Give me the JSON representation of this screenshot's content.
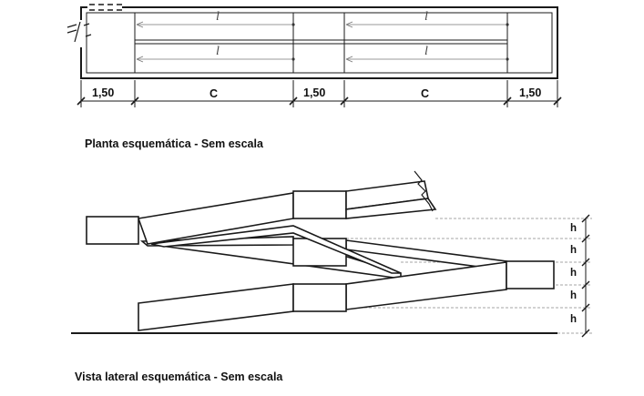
{
  "plan": {
    "caption": "Planta esquemática - Sem escala",
    "length_label": "l",
    "dimensions": [
      "1,50",
      "C",
      "1,50",
      "C",
      "1,50"
    ]
  },
  "side": {
    "caption": "Vista lateral esquemática - Sem escala",
    "height_label": "h",
    "height_count": 5
  }
}
